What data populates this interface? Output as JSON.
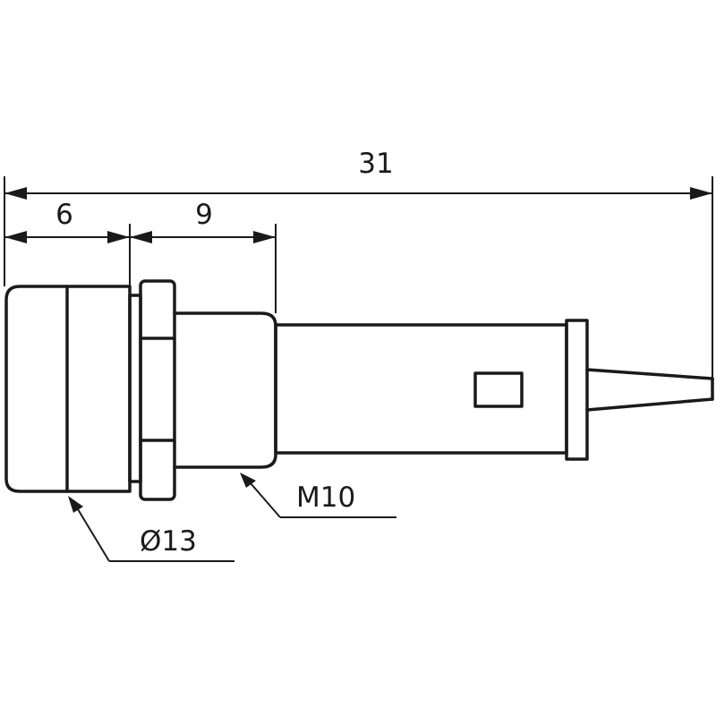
{
  "dimensions": {
    "overall_length": "31",
    "cap_length": "6",
    "thread_length": "9"
  },
  "callouts": {
    "thread": "M10",
    "cap_diameter": "Ø13"
  }
}
